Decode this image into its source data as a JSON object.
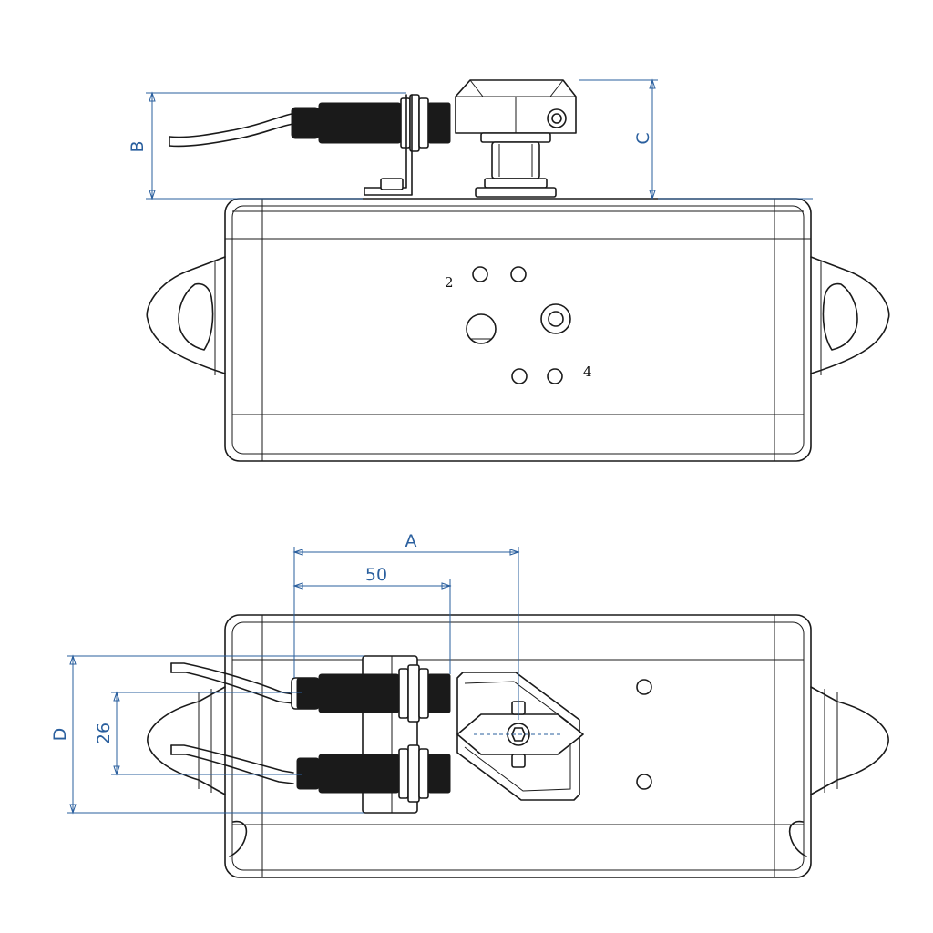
{
  "dimensions": {
    "a_label": "A",
    "b_label": "B",
    "c_label": "C",
    "d_label": "D",
    "fifty_label": "50",
    "twentysix_label": "26"
  },
  "ports": {
    "port_2_label": "2",
    "port_4_label": "4"
  },
  "colors": {
    "dimension": "#2a5f9e",
    "line": "#1a1a1a",
    "background": "#ffffff"
  }
}
